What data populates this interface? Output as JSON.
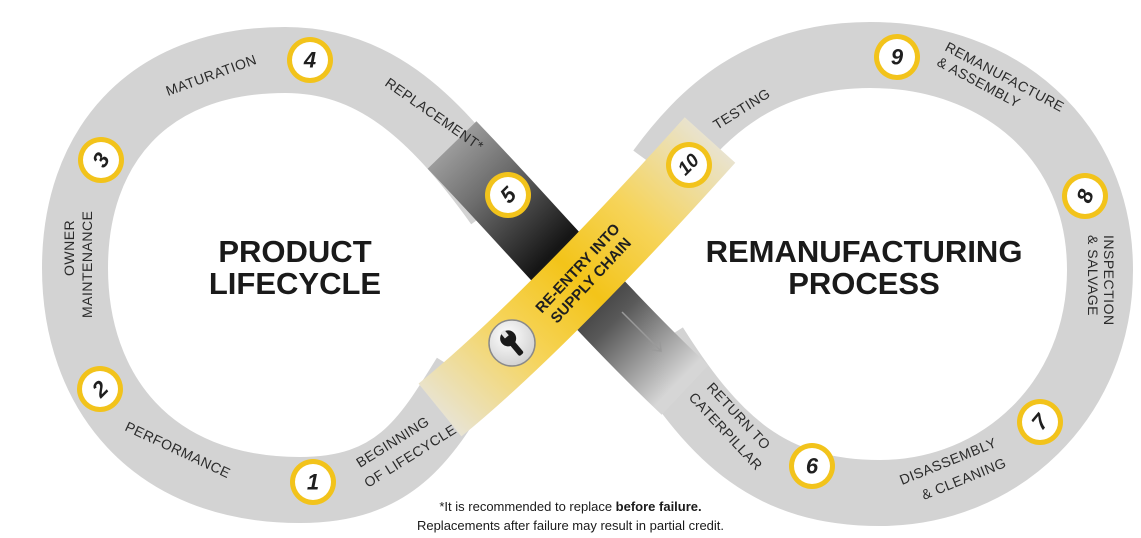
{
  "left_title": [
    "PRODUCT",
    "LIFECYCLE"
  ],
  "right_title": [
    "REMANUFACTURING",
    "PROCESS"
  ],
  "band_label": [
    "RE-ENTRY INTO",
    "SUPPLY CHAIN"
  ],
  "steps": [
    {
      "num": "1",
      "label": [
        "BEGINNING",
        "OF LIFECYCLE"
      ]
    },
    {
      "num": "2",
      "label": [
        "PERFORMANCE"
      ]
    },
    {
      "num": "3",
      "label": [
        "OWNER",
        "MAINTENANCE"
      ]
    },
    {
      "num": "4",
      "label": [
        "MATURATION"
      ]
    },
    {
      "num": "5",
      "label": [
        "REPLACEMENT*"
      ]
    },
    {
      "num": "6",
      "label": [
        "RETURN TO",
        "CATERPILLAR"
      ]
    },
    {
      "num": "7",
      "label": [
        "DISASSEMBLY",
        "& CLEANING"
      ]
    },
    {
      "num": "8",
      "label": [
        "INSPECTION",
        "& SALVAGE"
      ]
    },
    {
      "num": "9",
      "label": [
        "REMANUFACTURE",
        "& ASSEMBLY"
      ]
    },
    {
      "num": "10",
      "label": [
        "TESTING"
      ]
    }
  ],
  "footnote": {
    "line1_prefix": "*It is recommended to replace ",
    "line1_bold": "before failure.",
    "line2": "Replacements after failure may result in partial credit."
  },
  "center_icon": "wrench-icon",
  "colors": {
    "track": "#d4d4d4",
    "accent_yellow": "#f2c31b",
    "dark_band": "#1e1e1e",
    "text": "#1a1a1a"
  }
}
